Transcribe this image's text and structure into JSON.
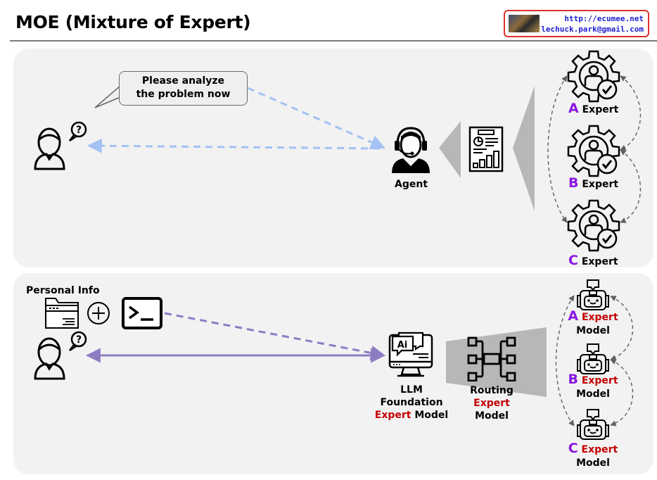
{
  "header": {
    "title": "MOE (Mixture of Expert)",
    "credit_url": "http://ecumee.net",
    "credit_email": "lechuck.park@gmail.com"
  },
  "top_panel": {
    "speech_bubble": [
      "Please analyze",
      "the problem now"
    ],
    "agent_label": "Agent",
    "experts": [
      {
        "letter": "A",
        "label": "Expert"
      },
      {
        "letter": "B",
        "label": "Expert"
      },
      {
        "letter": "C",
        "label": "Expert"
      }
    ]
  },
  "bottom_panel": {
    "personal_info_label": "Personal Info",
    "llm_label": {
      "line1": "LLM",
      "line2": "Foundation",
      "line3_highlight": "Expert",
      "line3_rest": " Model"
    },
    "routing_label": {
      "line1": "Routing",
      "line2_highlight": "Expert",
      "line3": "Model"
    },
    "experts": [
      {
        "letter": "A",
        "highlight": "Expert",
        "label": "Model"
      },
      {
        "letter": "B",
        "highlight": "Expert",
        "label": "Model"
      },
      {
        "letter": "C",
        "highlight": "Expert",
        "label": "Model"
      }
    ]
  },
  "colors": {
    "accent_letter": "#8a16e0",
    "highlight_red": "#c40000",
    "arrow_top": "#a4c2f4",
    "arrow_bottom": "#8e7cc3",
    "funnel_gray": "#b7b7b7",
    "panel_bg": "#f2f2f2",
    "credit_border": "#e03030",
    "credit_text": "#2020d0"
  }
}
